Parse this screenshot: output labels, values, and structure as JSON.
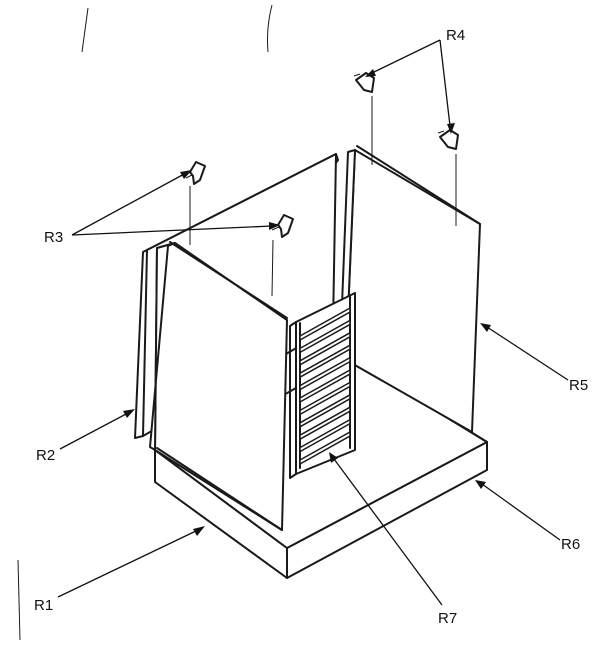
{
  "labels": {
    "r1": "R1",
    "r2": "R2",
    "r3": "R3",
    "r4": "R4",
    "r5": "R5",
    "r6": "R6",
    "r7": "R7"
  },
  "colors": {
    "line": "#1a1a1a",
    "background": "#ffffff"
  }
}
